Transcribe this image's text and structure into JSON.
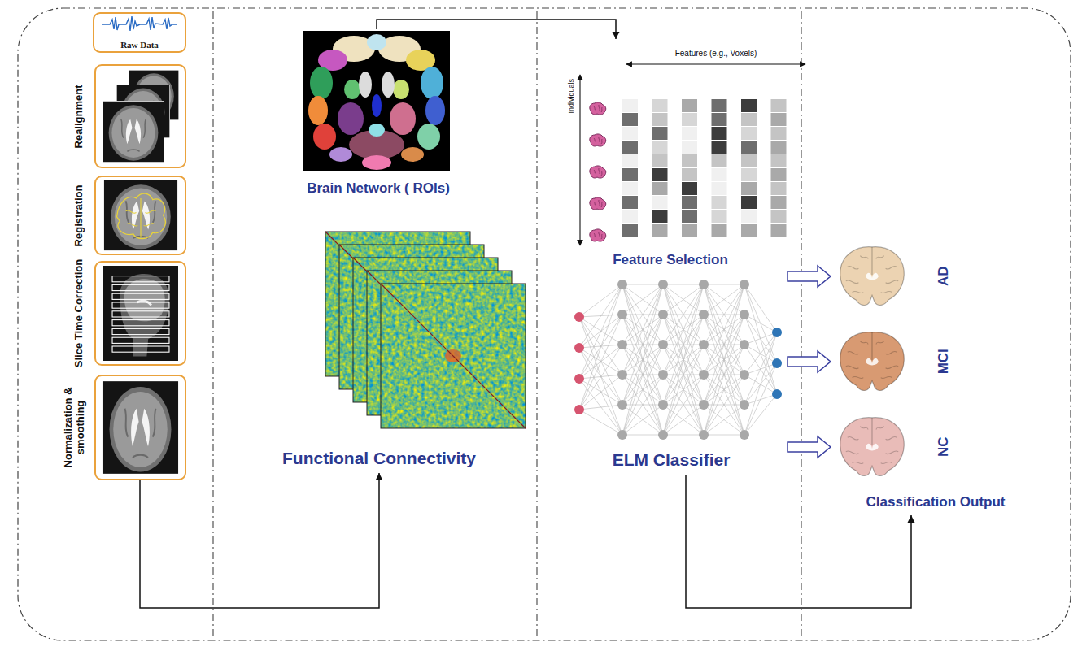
{
  "diagram": {
    "nodes": [
      {
        "text": [
          "Raw Data"
        ]
      },
      {
        "text": [
          "Realignment"
        ]
      },
      {
        "text": [
          "Registration"
        ]
      },
      {
        "text": [
          "Slice Time Correction"
        ]
      },
      {
        "text": [
          "Normalization & smoothing"
        ]
      },
      {
        "text": [
          "Brain Network ( ROIs)"
        ]
      },
      {
        "text": [
          "Functional Connectivity"
        ]
      },
      {
        "text": [
          "Feature Selection"
        ]
      },
      {
        "text": [
          "ELM Classifier"
        ]
      },
      {
        "text": [
          "AD"
        ]
      },
      {
        "text": [
          "MCI"
        ]
      },
      {
        "text": [
          "NC"
        ]
      },
      {
        "text": [
          "Classification Output"
        ]
      }
    ],
    "edges": [
      {
        "from": 4,
        "to": 6,
        "arrow": "to"
      },
      {
        "from": 5,
        "to": 7,
        "arrow": "to"
      },
      {
        "from": 8,
        "to": 9,
        "arrow": "to"
      },
      {
        "from": 8,
        "to": 10,
        "arrow": "to"
      },
      {
        "from": 8,
        "to": 11,
        "arrow": "to"
      },
      {
        "from": 8,
        "to": 12,
        "arrow": "to"
      }
    ],
    "labels": [
      "Features (e.g., Voxels)",
      "Individuals"
    ]
  }
}
